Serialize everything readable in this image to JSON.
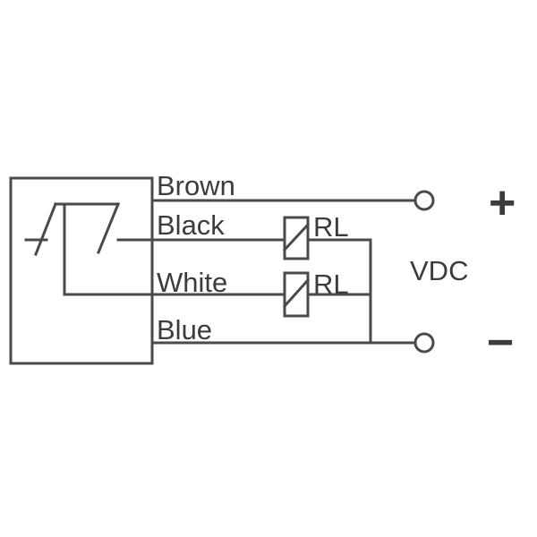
{
  "wires": {
    "brown": "Brown",
    "black": "Black",
    "white": "White",
    "blue": "Blue"
  },
  "loads": {
    "upper": "RL",
    "lower": "RL"
  },
  "supply": {
    "label": "VDC",
    "positive": "+",
    "negative": "−"
  },
  "colors": {
    "line": "#4a4a4a",
    "text": "#3c3c3c",
    "background": "#ffffff"
  }
}
